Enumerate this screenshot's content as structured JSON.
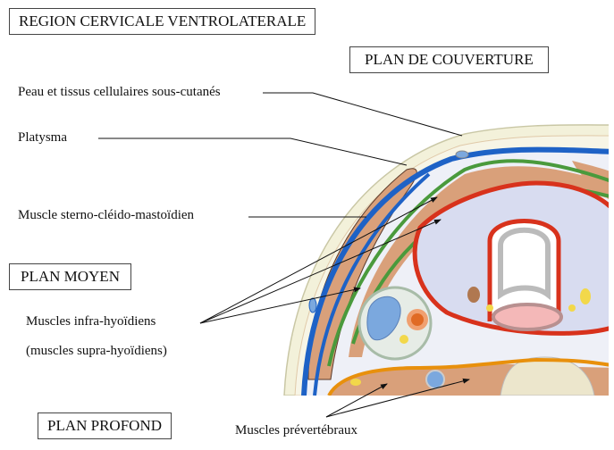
{
  "title": "REGION CERVICALE VENTROLATERALE",
  "sections": {
    "couverture": "PLAN DE COUVERTURE",
    "moyen": "PLAN MOYEN",
    "profond": "PLAN PROFOND"
  },
  "labels": {
    "peau": "Peau et tissus cellulaires sous-cutanés",
    "platysma": "Platysma",
    "scm": "Muscle sterno-cléido-mastoïdien",
    "infra": "Muscles infra-hyoïdiens",
    "supra": "(muscles supra-hyoïdiens)",
    "prevertebraux": "Muscles prévertébraux"
  },
  "colors": {
    "fascia_superficial": "#1e62c6",
    "fascia_middle": "#4a9a3c",
    "visceral": "#d8321c",
    "prevertebral": "#e8900c",
    "muscle": "#d9a07a",
    "thyroid": "#d8dcf0"
  }
}
